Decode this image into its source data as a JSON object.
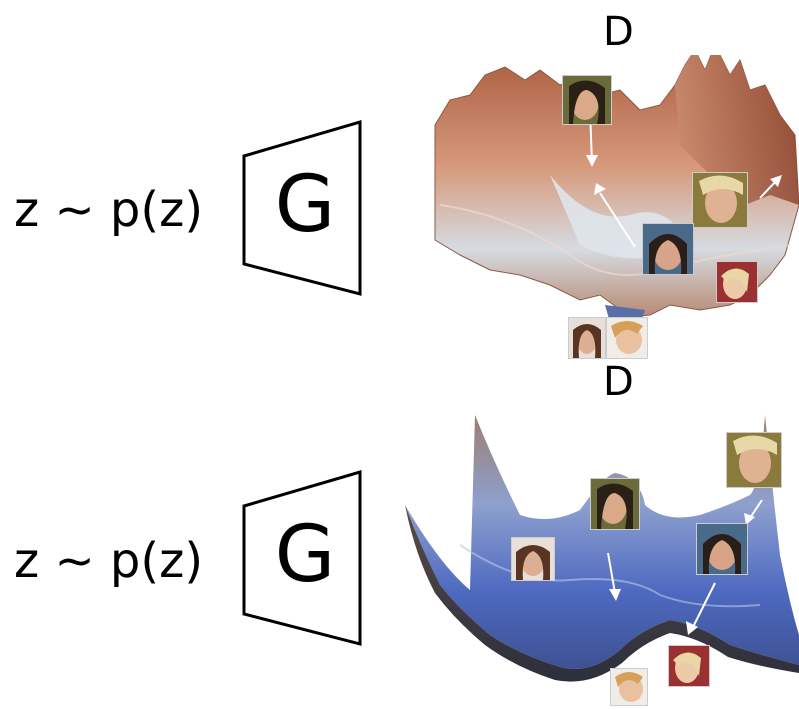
{
  "top": {
    "noise_label": "z ~ p(z)",
    "generator_label": "G",
    "discriminator_label": "D"
  },
  "bottom": {
    "noise_label": "z ~ p(z)",
    "generator_label": "G",
    "discriminator_label": "D"
  },
  "colors": {
    "rough_surface_peak": "#b8674a",
    "rough_surface_valley": "#c9d3de",
    "smooth_surface_low": "#4f6fc4",
    "smooth_surface_high": "#9a7a6a",
    "arrow": "#ffffff"
  }
}
